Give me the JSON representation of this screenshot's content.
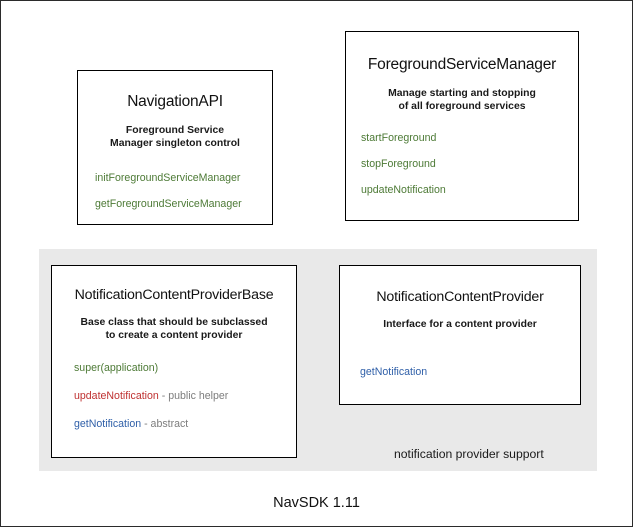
{
  "diagram": {
    "footer_caption": "NavSDK 1.11",
    "group_panel_label": "notification provider support",
    "colors": {
      "method_green": "#4d7a36",
      "method_red": "#bf3030",
      "method_blue": "#2f5fa8",
      "annotation_gray": "#7d7d7d",
      "panel_background": "#e9e9e9",
      "box_border": "#000000",
      "page_background": "#ffffff"
    },
    "boxes": [
      {
        "id": "navigation-api",
        "title": "NavigationAPI",
        "description_lines": [
          "Foreground Service",
          "Manager singleton control"
        ],
        "members": [
          {
            "name": "initForegroundServiceManager",
            "color": "green",
            "note": ""
          },
          {
            "name": "getForegroundServiceManager",
            "color": "green",
            "note": ""
          }
        ]
      },
      {
        "id": "foreground-service-manager",
        "title": "ForegroundServiceManager",
        "description_lines": [
          "Manage starting and stopping",
          "of all foreground services"
        ],
        "members": [
          {
            "name": "startForeground",
            "color": "green",
            "note": ""
          },
          {
            "name": "stopForeground",
            "color": "green",
            "note": ""
          },
          {
            "name": "updateNotification",
            "color": "green",
            "note": ""
          }
        ]
      },
      {
        "id": "notification-content-provider-base",
        "title": "NotificationContentProviderBase",
        "description_lines": [
          "Base class that should be subclassed",
          "to create a content provider"
        ],
        "members": [
          {
            "name": "super(application)",
            "color": "green",
            "note": ""
          },
          {
            "name": "updateNotification",
            "color": "red",
            "note": " - public helper"
          },
          {
            "name": "getNotification",
            "color": "blue",
            "note": " - abstract"
          }
        ]
      },
      {
        "id": "notification-content-provider",
        "title": "NotificationContentProvider",
        "description_lines": [
          "Interface for a content provider"
        ],
        "members": [
          {
            "name": "getNotification",
            "color": "blue",
            "note": ""
          }
        ]
      }
    ]
  }
}
